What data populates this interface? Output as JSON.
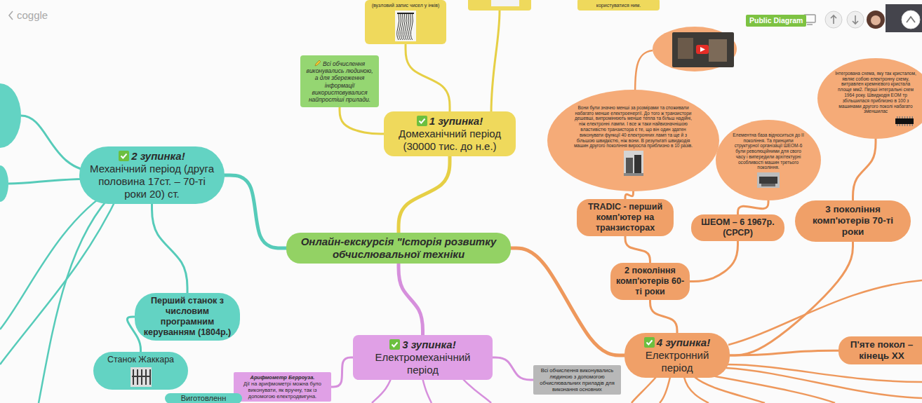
{
  "diagram": {
    "nodes": [
      {
        "text": [
          "(вузловий запис чисел у інків)"
        ]
      },
      {
        "text": [
          "користуватися ним."
        ]
      },
      {
        "text": [
          "Всі обчислення виконувались людиною, а для збереження інформації використовувалися найпростіші прилади."
        ]
      },
      {
        "text": [
          "1 зупинка!",
          "Домеханічний період (30000 тис. до н.е.)"
        ]
      },
      {
        "text": [
          "Інтегрована схема, яку так кристалом, являє собою електронну схему, витравлен кремнієвого кристала площе мм2. Перші інтегральні схем 1964 року. Швидкодія ЕОМ тр збільшилася приблизно в 100 з машинами другого поколі набагато зменшилас"
        ]
      },
      {
        "text": [
          "Вони були значно менші за розмірами та споживали набагато менше електроенергії. До того ж транзистори дешевші, випромінюють менше тепла та більш надійні, ніж електронні лампи. І все ж таки найвизначнішою властивістю транзистора є те, що він один здатен виконувати функції 40 електронних ламп та ще й з більшою швидкістю, ніж вони. В результаті швидкодія машин другого покоління виросла приблизно в 10 разів."
        ]
      },
      {
        "text": [
          "Елементна база відноситься до II покоління. Та принципи структурної організації ШЕОМ-6 були революційними для свого часу і випередили архітектурні особливості машин третього покоління."
        ]
      },
      {
        "text": [
          "2 зупинка!",
          "Механічний період (друга половина 17ст. – 70-ті роки 20) ст."
        ]
      },
      {
        "text": [
          "TRADIC - перший комп'ютер на транзисторах"
        ]
      },
      {
        "text": [
          "3 покоління комп'ютерів 70-ті роки"
        ]
      },
      {
        "text": [
          "ШЕОМ – 6 1967р. (СРСР)"
        ]
      },
      {
        "text": [
          "Онлайн-екскурсія \"Історія розвитку обчислювальної техніки"
        ]
      },
      {
        "text": [
          "2 покоління комп'ютерів 60-ті роки"
        ]
      },
      {
        "text": [
          "Перший станок з числовим програмним керуванням (1804р.)"
        ]
      },
      {
        "text": [
          "4 зупинка!",
          "Електронний період"
        ]
      },
      {
        "text": [
          "3 зупинка!",
          "Електромеханічний період"
        ]
      },
      {
        "text": [
          "П'яте покол – кінець ХХ"
        ]
      },
      {
        "text": [
          "Станок Жаккара"
        ]
      },
      {
        "text": [
          "Всі обчислення виконувались людиною з допомогою обчислювальних приладів для виконання основних"
        ]
      },
      {
        "text": [
          "Арифмометр Берроуза.",
          "Дії на арифмометрі можна було виконувати, як вручну, так із допомогою електродвигуна."
        ]
      },
      {
        "text": [
          "Виготовленн"
        ]
      }
    ],
    "edges": [
      {
        "from": 11,
        "to": 3,
        "arrow": "none"
      },
      {
        "from": 11,
        "to": 7,
        "arrow": "none"
      },
      {
        "from": 11,
        "to": 15,
        "arrow": "none"
      },
      {
        "from": 11,
        "to": 14,
        "arrow": "none"
      },
      {
        "from": 3,
        "to": 2,
        "arrow": "none"
      },
      {
        "from": 3,
        "to": 0,
        "arrow": "none"
      },
      {
        "from": 7,
        "to": 13,
        "arrow": "none"
      },
      {
        "from": 13,
        "to": 17,
        "arrow": "none"
      },
      {
        "from": 15,
        "to": 19,
        "arrow": "none"
      },
      {
        "from": 15,
        "to": 18,
        "arrow": "none"
      },
      {
        "from": 14,
        "to": 12,
        "arrow": "none"
      },
      {
        "from": 12,
        "to": 8,
        "arrow": "none"
      },
      {
        "from": 8,
        "to": 5,
        "arrow": "none"
      },
      {
        "from": 12,
        "to": 10,
        "arrow": "none"
      },
      {
        "from": 10,
        "to": 6,
        "arrow": "none"
      },
      {
        "from": 14,
        "to": 9,
        "arrow": "none"
      },
      {
        "from": 9,
        "to": 4,
        "arrow": "none"
      },
      {
        "from": 14,
        "to": 16,
        "arrow": "none"
      }
    ],
    "labels": [
      "coggle",
      "Public Diagram"
    ]
  }
}
